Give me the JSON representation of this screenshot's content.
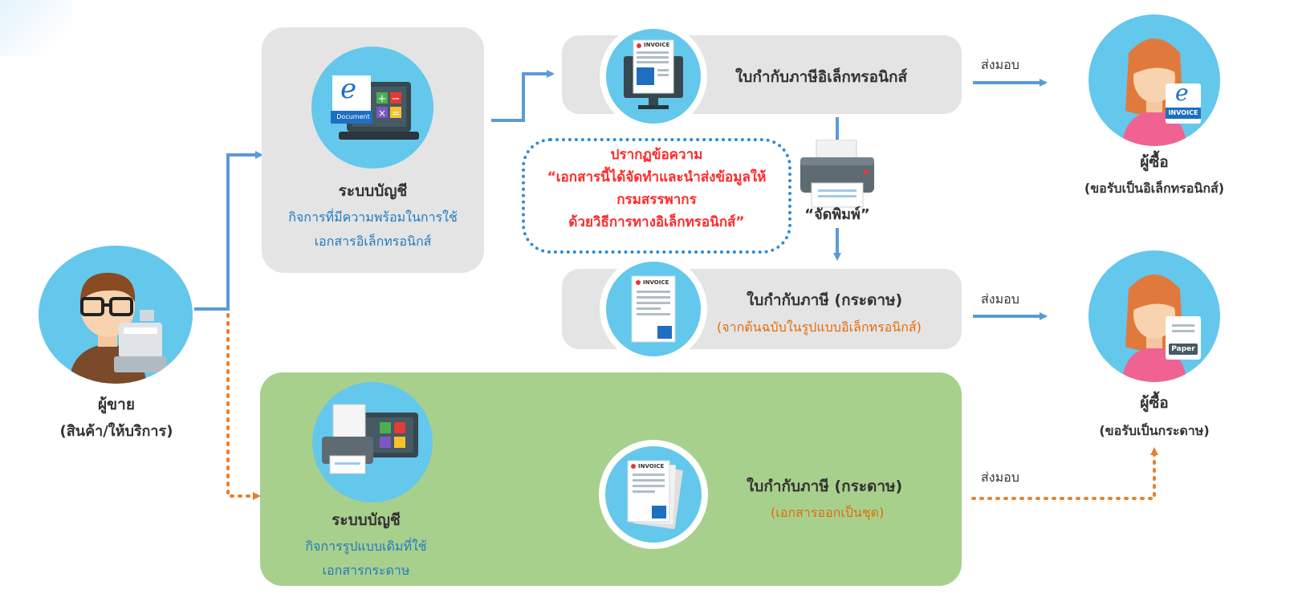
{
  "seller": {
    "title": "ผู้ขาย",
    "subtitle": "(สินค้า/ให้บริการ)"
  },
  "electronic_system": {
    "title": "ระบบบัญชี",
    "desc_line1": "กิจการที่มีความพร้อมในการใช้",
    "desc_line2": "เอกสารอิเล็กทรอนิกส์",
    "icon_letter": "e",
    "icon_caption": "Document"
  },
  "paper_system": {
    "title": "ระบบบัญชี",
    "desc_line1": "กิจการรูปแบบเดิมที่ใช้",
    "desc_line2": "เอกสารกระดาษ"
  },
  "e_invoice": {
    "label": "ใบกำกับภาษีอิเล็กทรอนิกส์",
    "icon_text": "INVOICE"
  },
  "printed_invoice": {
    "label": "ใบกำกับภาษี (กระดาษ)",
    "note": "(จากต้นฉบับในรูปแบบอิเล็กทรอนิกส์)",
    "icon_text": "INVOICE"
  },
  "paper_invoice": {
    "label": "ใบกำกับภาษี (กระดาษ)",
    "note": "(เอกสารออกเป็นชุด)",
    "icon_text": "INVOICE"
  },
  "notice": {
    "line1": "ปรากฏข้อความ",
    "line2": "“เอกสารนี้ได้จัดทำและนำส่งข้อมูลให้",
    "line3": "กรมสรรพากร",
    "line4": "ด้วยวิธีการทางอิเล็กทรอนิกส์”"
  },
  "print_label": "“จัดพิมพ์”",
  "delivery_labels": [
    "ส่งมอบ",
    "ส่งมอบ",
    "ส่งมอบ"
  ],
  "buyer_electronic": {
    "title": "ผู้ซื้อ",
    "subtitle": "(ขอรับเป็นอิเล็กทรอนิกส์)",
    "badge_letter": "e",
    "badge_text": "INVOICE"
  },
  "buyer_paper": {
    "title": "ผู้ซื้อ",
    "subtitle": "(ขอรับเป็นกระดาษ)",
    "badge_text": "Paper"
  },
  "colors": {
    "circle": "#64c7ec",
    "arrow_blue": "#5b9bd5",
    "arrow_orange": "#ed7d31",
    "box_gray": "#e4e4e4",
    "box_green": "#a8d08d",
    "notice_border": "#2e8bd6",
    "notice_text": "#ff2a2a"
  }
}
